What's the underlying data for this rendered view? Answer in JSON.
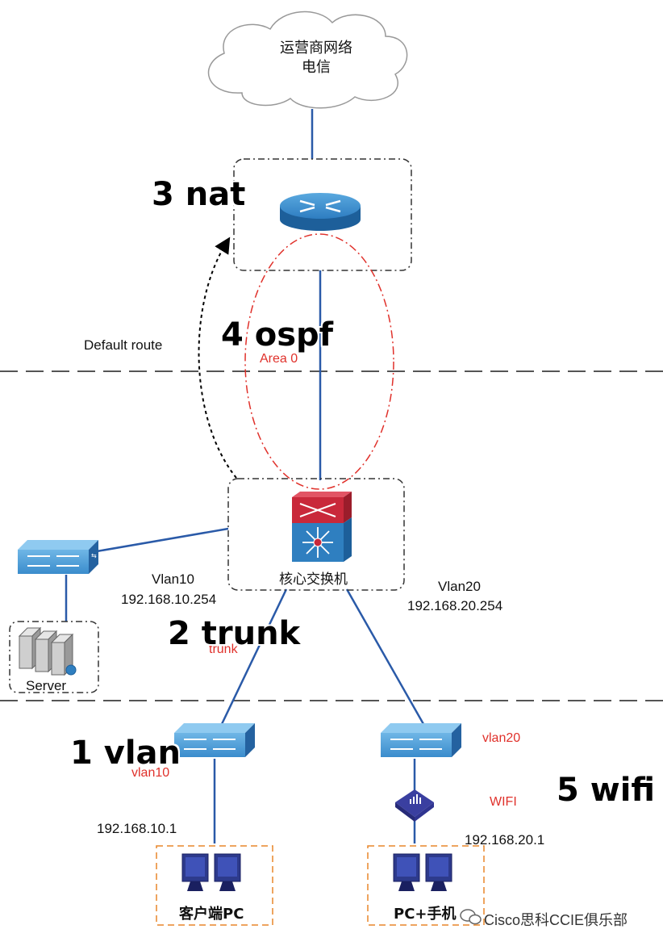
{
  "cloud": {
    "line1": "运营商网络",
    "line2": "电信"
  },
  "steps": {
    "nat": "3 nat",
    "ospf": "4 ospf",
    "trunk": "2 trunk",
    "vlan": "1 vlan",
    "wifi": "5 wifi"
  },
  "labels": {
    "default_route": "Default route",
    "area": "Area 0",
    "core_switch": "核心交换机",
    "vlan10": "Vlan10",
    "vlan10_ip": "192.168.10.254",
    "vlan20": "Vlan20",
    "vlan20_ip": "192.168.20.254",
    "trunk_small": "trunk",
    "server": "Server",
    "vlan10_small": "vlan10",
    "vlan20_small": "vlan20",
    "wifi_small": "WIFI",
    "ip_10_1": "192.168.10.1",
    "ip_20_1": "192.168.20.1",
    "client_pc": "客户端PC",
    "pc_phone": "PC+手机"
  },
  "watermark": "Cisco思科CCIE俱乐部",
  "colors": {
    "link": "#2a5aa8",
    "accent_red": "#e0312b",
    "device_blue": "#2f7fc0"
  }
}
